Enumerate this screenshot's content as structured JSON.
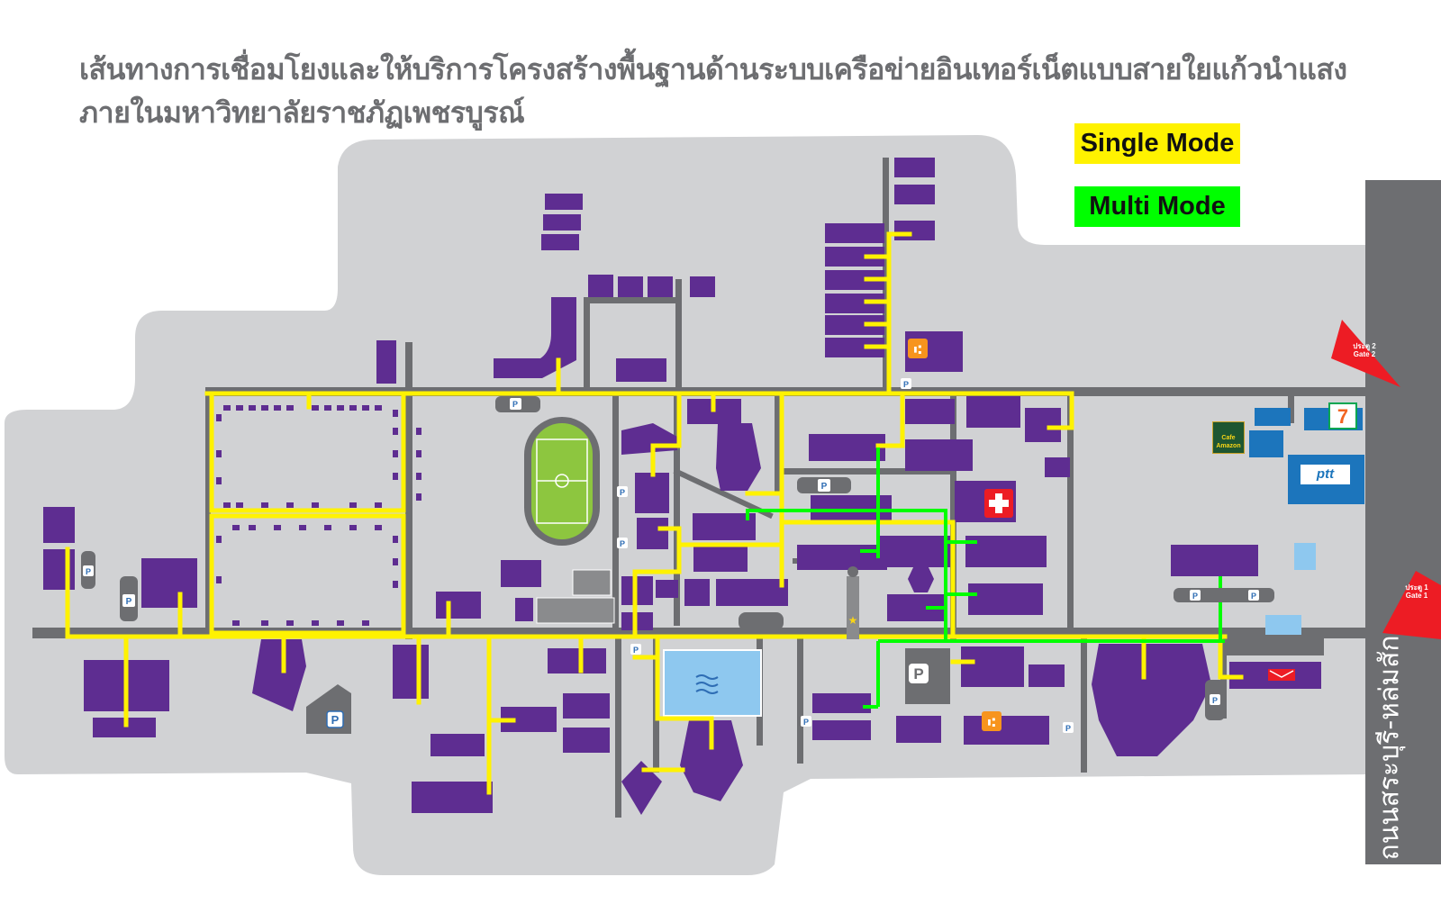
{
  "title": {
    "line1": "เส้นทางการเชื่อมโยงและให้บริการโครงสร้างพื้นฐานด้านระบบเครือข่ายอินเทอร์เน็ตแบบสายใยแก้วนำแสง",
    "line2": "ภายในมหาวิทยาลัยราชภัฏเพชรบูรณ์"
  },
  "legend": [
    {
      "label": "Single Mode",
      "color": "#fff200"
    },
    {
      "label": "Multi Mode",
      "color": "#00ff00"
    }
  ],
  "road_label": "ถนนสระบุรี-หล่มสัก",
  "gates": [
    {
      "th": "ประตู 2",
      "en": "Gate 2"
    },
    {
      "th": "ประตู 1",
      "en": "Gate 1"
    }
  ],
  "parking_symbol": "P",
  "shop_labels": {
    "seven_eleven": "7",
    "ptt": "ptt",
    "cafe": "Cafe Amazon"
  },
  "colors": {
    "campus": "#d1d2d4",
    "building": "#5e2d91",
    "road": "#6d6e71",
    "single_mode": "#fff200",
    "multi_mode": "#00ff00",
    "field": "#8dc63f",
    "pool": "#8ec8ef",
    "gate": "#ed1c24"
  },
  "icons": [
    "food-icon",
    "hospital-cross-icon",
    "parking-icon",
    "post-office-icon",
    "seven-eleven-logo",
    "ptt-logo",
    "cafe-amazon-logo",
    "monument-icon",
    "pool-water-icon"
  ]
}
